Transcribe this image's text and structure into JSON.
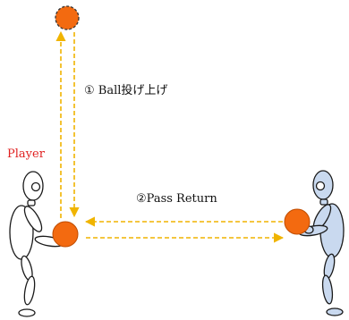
{
  "player_label": "Player",
  "step1_label": "① Ball投げ上げ",
  "step2_label": "②Pass Return",
  "colors": {
    "ball_fill": "#f36a10",
    "ball_stroke": "#c04c00",
    "arrow": "#f0b400",
    "player_label": "#e02020",
    "figure_left_fill": "#ffffff",
    "figure_right_fill": "#c9d9ef",
    "figure_stroke": "#1a1a1a"
  }
}
